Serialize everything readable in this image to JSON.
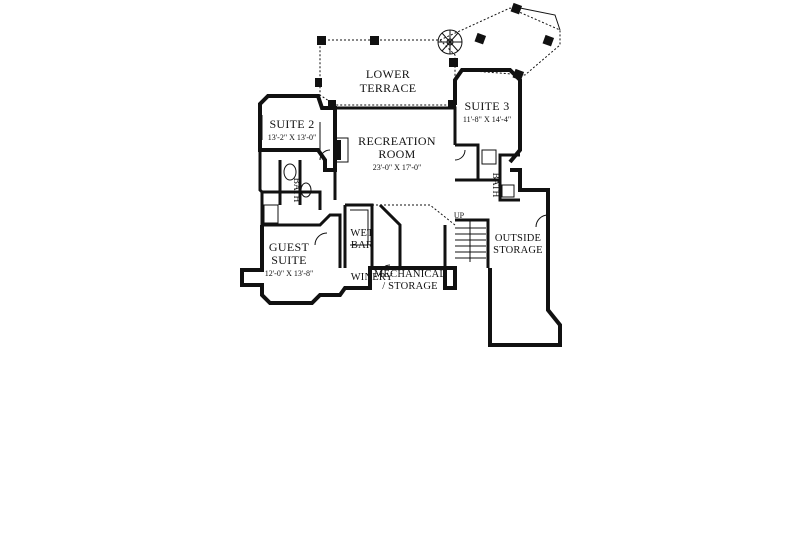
{
  "rooms": {
    "lower_terrace": {
      "line1": "LOWER",
      "line2": "TERRACE"
    },
    "suite_2": {
      "name": "SUITE 2",
      "dims": "13'-2\" X 13'-0\""
    },
    "recreation_room": {
      "line1": "RECREATION",
      "line2": "ROOM",
      "dims": "23'-0\" X 17'-0\""
    },
    "suite_3": {
      "name": "SUITE 3",
      "dims": "11'-8\" X 14'-4\""
    },
    "bath_left": {
      "name": "BATH"
    },
    "bath_right": {
      "name": "BATH"
    },
    "wet_bar": {
      "line1": "WET",
      "line2": "BAR"
    },
    "guest_suite": {
      "line1": "GUEST",
      "line2": "SUITE",
      "dims": "12'-0\" X 13'-8\""
    },
    "winery": {
      "name": "WINERY"
    },
    "mechanical_storage": {
      "line1": "MECHANICAL",
      "line2": "/ STORAGE"
    },
    "outside_storage": {
      "line1": "OUTSIDE",
      "line2": "STORAGE"
    },
    "stair": {
      "label": "UP"
    }
  }
}
